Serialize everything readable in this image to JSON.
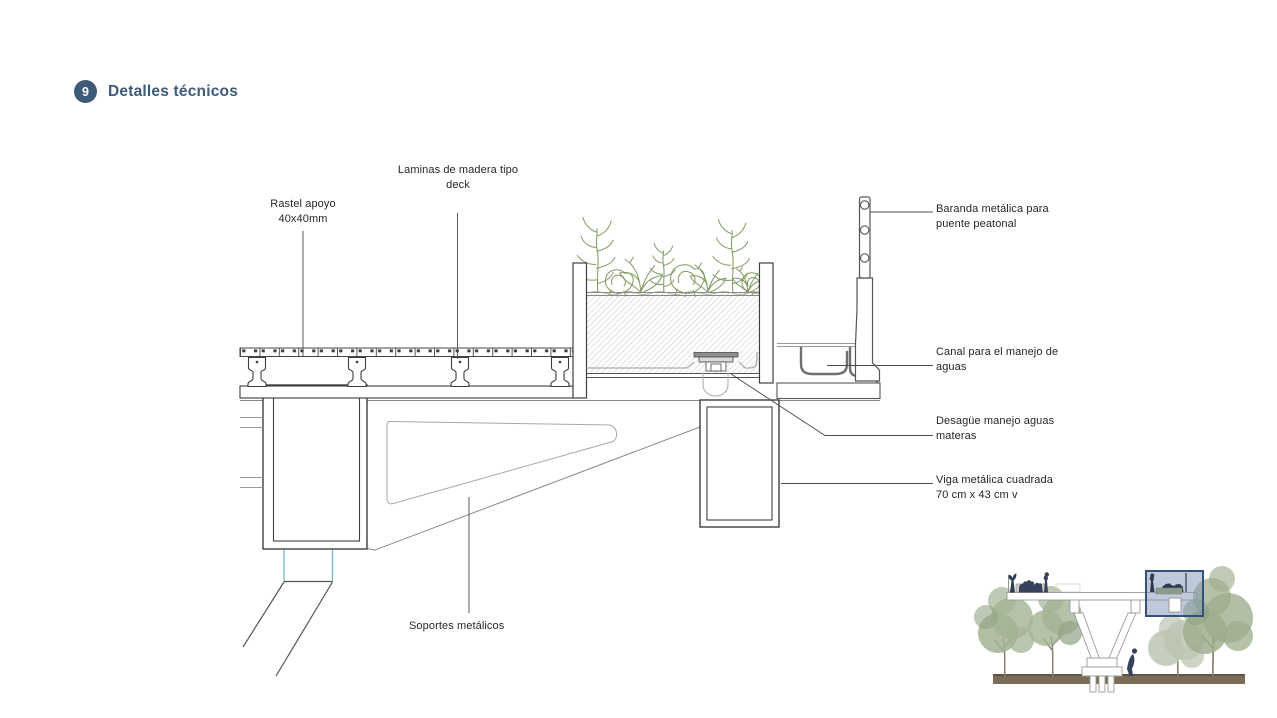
{
  "slide": {
    "number": "9",
    "title": "Detalles técnicos"
  },
  "labels": {
    "deck": {
      "line1": "Laminas de madera tipo",
      "line2": "deck"
    },
    "rastel": {
      "line1": "Rastel apoyo",
      "line2": "40x40mm"
    },
    "baranda": {
      "line1": "Baranda metálica para",
      "line2": "puente peatonal"
    },
    "canal": {
      "line1": "Canal para el manejo de",
      "line2": "aguas"
    },
    "desague": {
      "line1": "Desagüe manejo aguas",
      "line2": "materas"
    },
    "viga": {
      "line1": "Viga metálica cuadrada",
      "line2": "70 cm x 43 cm  v"
    },
    "soportes": {
      "line1": "Soportes metálicos"
    }
  },
  "colors": {
    "accent": "#3d5a78",
    "drawing_line_dark": "#3f3f3f",
    "drawing_line_light": "#8a8a8a",
    "plant_green": "#7e9b60",
    "soil_hatch": "#c9c5bd",
    "connector_blue": "#74b7d9",
    "canal_gray": "#6f6f6f",
    "tree_sage": "#a3b394",
    "tree_light_sage": "#bcc5b2",
    "ground_brown": "#7b6c59",
    "figure_navy": "#36425a",
    "highlight_fill": "#7d96b4",
    "highlight_border": "#33517a"
  }
}
